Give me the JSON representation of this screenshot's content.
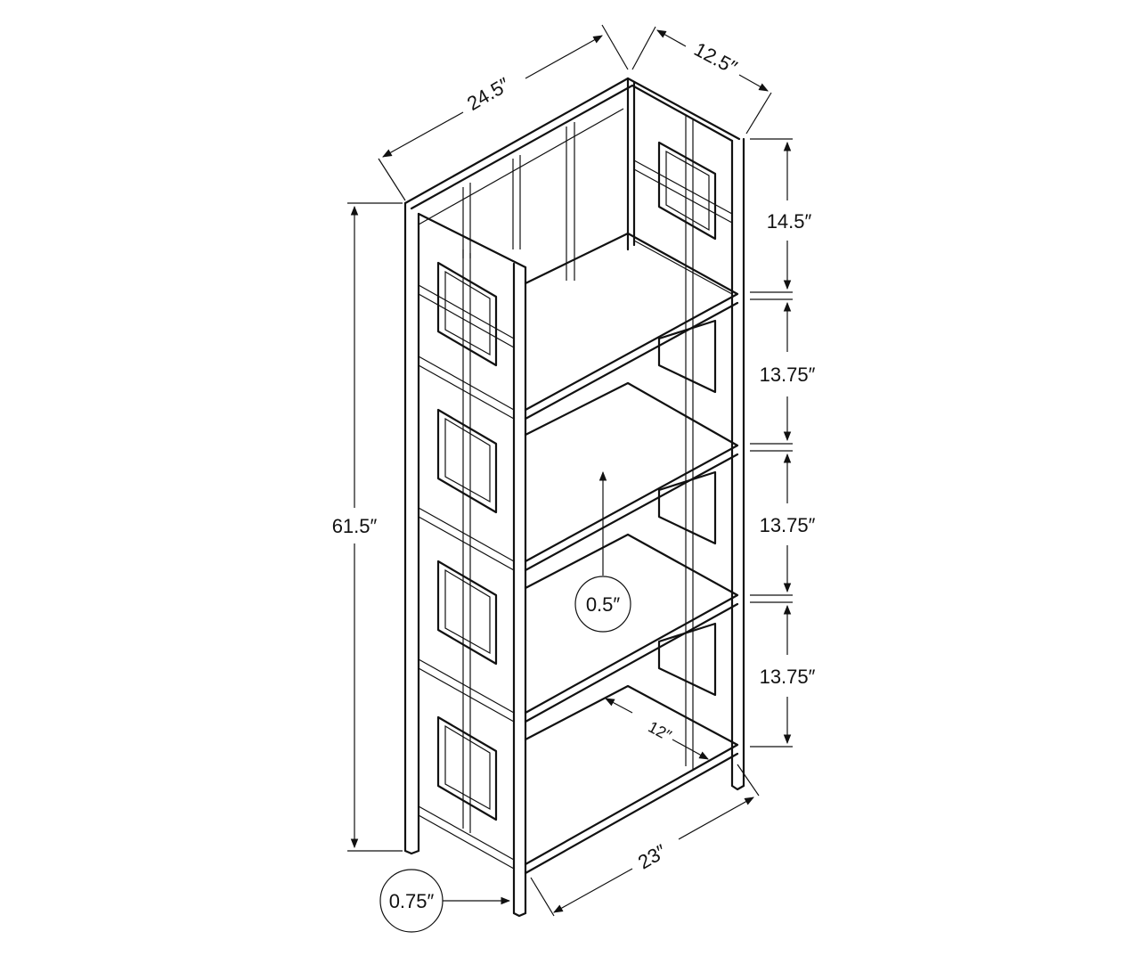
{
  "diagram": {
    "subject": "4-tier bookshelf with square-pattern side panels",
    "dimensions": {
      "width_top": "24.5″",
      "depth_top": "12.5″",
      "height_total": "61.5″",
      "shelf_gaps": [
        "14.5″",
        "13.75″",
        "13.75″",
        "13.75″"
      ],
      "shelf_thickness": "0.5″",
      "leg_size": "0.75″",
      "shelf_depth": "12″",
      "shelf_width": "23″"
    }
  }
}
